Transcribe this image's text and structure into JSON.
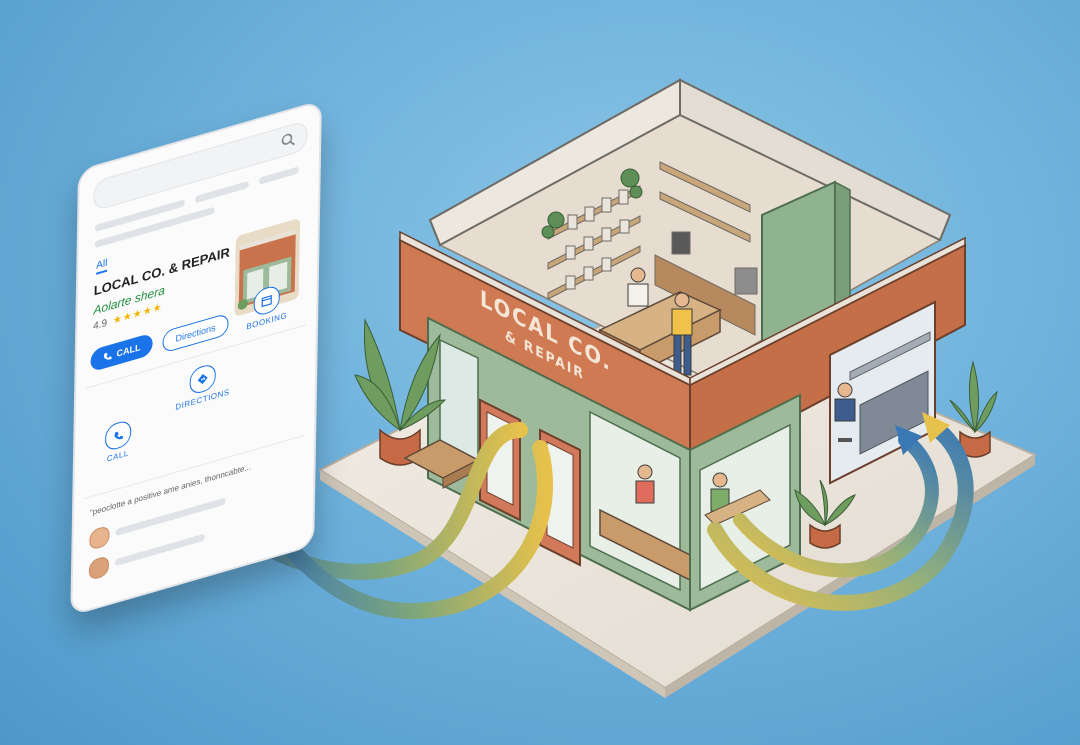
{
  "listing": {
    "tab_label": "All",
    "business_name": "LOCAL CO. & REPAIR",
    "subtitle": "Aolarte shera",
    "rating_value": "4.9",
    "rating_stars": "★★★★★",
    "call_button_label": "CALL",
    "directions_button_label": "Directions",
    "booking_label": "BOOKING",
    "directions_icon_label": "DIRECTIONS",
    "call_icon_label": "CALL",
    "review_snippet": "\"peoclotte a positive ame anies, thonncabte..."
  },
  "storefront": {
    "sign_line1": "LOCAL CO.",
    "sign_line2": "& REPAIR"
  },
  "colors": {
    "brand_blue": "#1a73e8",
    "brand_green": "#1e8e3e",
    "star_yellow": "#f4b400",
    "brick": "#cf7a52",
    "sage": "#8fb38f",
    "arrow_blue": "#3a78b5",
    "arrow_yellow": "#e6c14b"
  },
  "icons": [
    "search-icon",
    "phone-icon",
    "directions-icon",
    "calendar-icon",
    "star-icon"
  ]
}
